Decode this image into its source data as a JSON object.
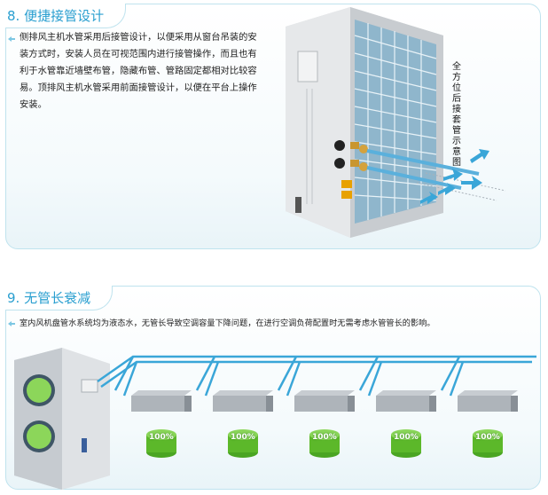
{
  "section1": {
    "title": "8. 便捷接管设计",
    "paragraph": "侧排风主机水管采用后接管设计，以便采用从窗台吊装的安装方式时，安装人员在可视范围内进行接管操作，而且也有利于水管靠近墙壁布管，隐藏布管、管路固定都相对比较容易。顶排风主机水管采用前面接管设计，以便在平台上操作安装。",
    "diagram_label": "全方位后接套管示意图"
  },
  "section2": {
    "title": "9. 无管长衰减",
    "paragraph": "室内风机盘管水系统均为液态水，无管长导致空调容量下降问题，在进行空调负荷配置时无需考虑水管管长的影响。",
    "indoor_units": [
      {
        "percent": "100%"
      },
      {
        "percent": "100%"
      },
      {
        "percent": "100%"
      },
      {
        "percent": "100%"
      },
      {
        "percent": "100%"
      }
    ]
  },
  "colors": {
    "accent": "#2a9fd0",
    "border": "#bfe3ee",
    "pipe": "#3aa6d8",
    "badge_green": "#5cb82a"
  }
}
